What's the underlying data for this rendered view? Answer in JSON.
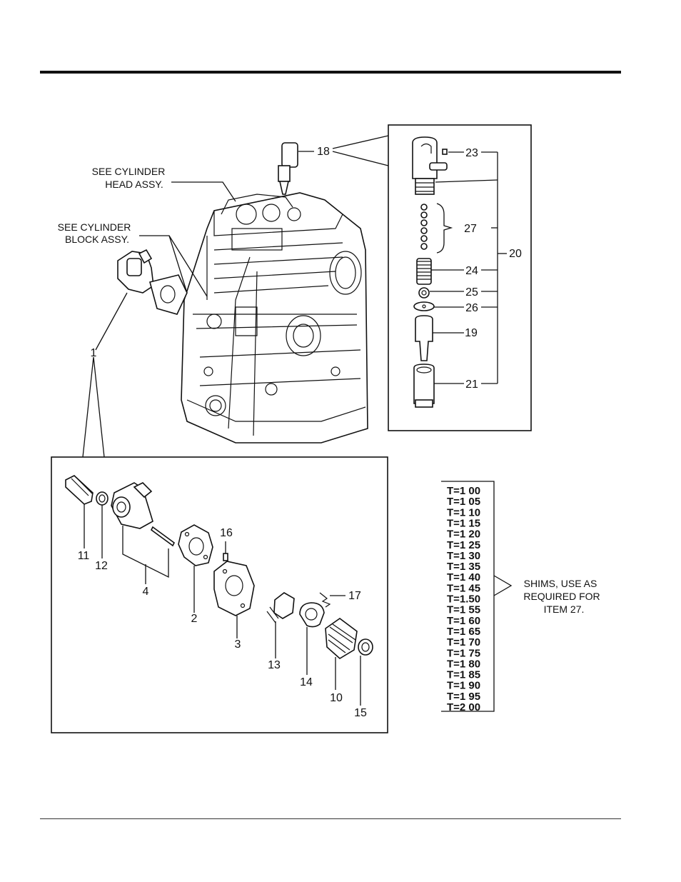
{
  "notes": {
    "cylinder_head": [
      "SEE CYLINDER",
      "HEAD ASSY."
    ],
    "cylinder_block": [
      "SEE CYLINDER",
      "BLOCK ASSY."
    ],
    "shims": [
      "SHIMS, USE AS",
      "REQUIRED FOR",
      "ITEM 27."
    ]
  },
  "callouts": {
    "c1": "1",
    "c2": "2",
    "c3": "3",
    "c4": "4",
    "c10": "10",
    "c11": "11",
    "c12": "12",
    "c13": "13",
    "c14": "14",
    "c15": "15",
    "c16": "16",
    "c17": "17",
    "c18": "18",
    "c19": "19",
    "c20": "20",
    "c21": "21",
    "c23": "23",
    "c24": "24",
    "c25": "25",
    "c26": "26",
    "c27": "27"
  },
  "shims_list": [
    "T=1 00",
    "T=1 05",
    "T=1 10",
    "T=1 15",
    "T=1 20",
    "T=1 25",
    "T=1 30",
    "T=1 35",
    "T=1 40",
    "T=1 45",
    "T=1.50",
    "T=1 55",
    "T=1 60",
    "T=1 65",
    "T=1 70",
    "T=1 75",
    "T=1 80",
    "T=1 85",
    "T=1 90",
    "T=1 95",
    "T=2 00"
  ]
}
